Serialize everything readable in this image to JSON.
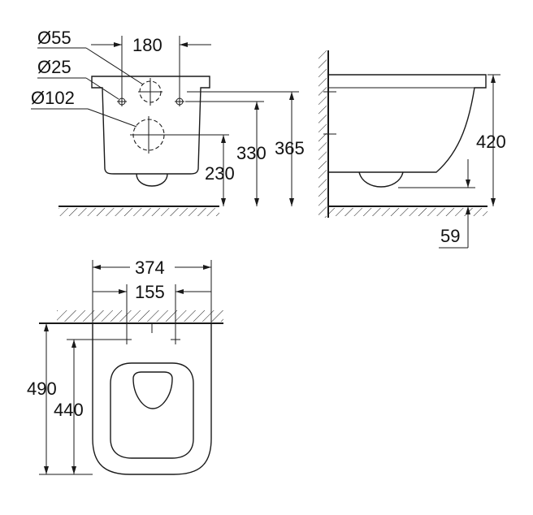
{
  "front_view": {
    "dim_diameter_55": "Ø55",
    "dim_diameter_25": "Ø25",
    "dim_diameter_102": "Ø102",
    "dim_180": "180",
    "dim_230": "230",
    "dim_330": "330",
    "dim_365": "365"
  },
  "side_view": {
    "dim_420": "420",
    "dim_59": "59"
  },
  "top_view": {
    "dim_374": "374",
    "dim_155": "155",
    "dim_490": "490",
    "dim_440": "440"
  },
  "colors": {
    "line": "#1a1a1a",
    "background": "#ffffff"
  }
}
